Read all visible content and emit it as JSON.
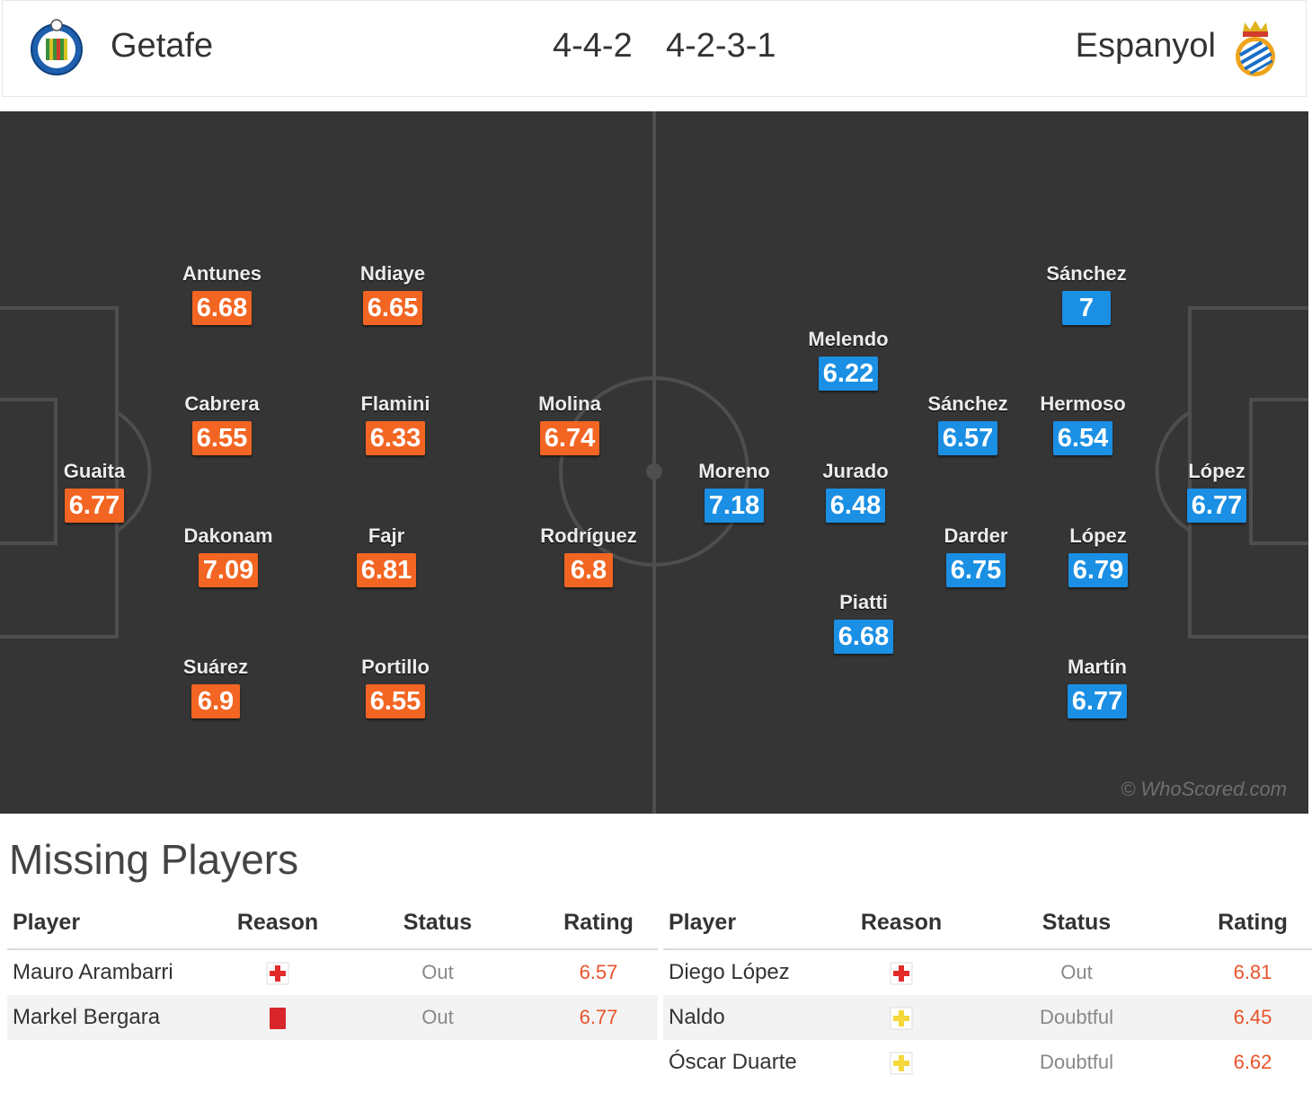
{
  "header": {
    "home_team": "Getafe",
    "home_formation": "4-4-2",
    "away_formation": "4-2-3-1",
    "away_team": "Espanyol",
    "home_crest": "getafe-crest-icon",
    "away_crest": "espanyol-crest-icon"
  },
  "colors": {
    "home_rating": "#f26522",
    "away_rating": "#1a8fe3",
    "pitch": "#353535"
  },
  "pitch": {
    "home_players": [
      {
        "name": "Guaita",
        "rating": "6.77"
      },
      {
        "name": "Antunes",
        "rating": "6.68"
      },
      {
        "name": "Cabrera",
        "rating": "6.55"
      },
      {
        "name": "Dakonam",
        "rating": "7.09"
      },
      {
        "name": "Suárez",
        "rating": "6.9"
      },
      {
        "name": "Ndiaye",
        "rating": "6.65"
      },
      {
        "name": "Flamini",
        "rating": "6.33"
      },
      {
        "name": "Fajr",
        "rating": "6.81"
      },
      {
        "name": "Portillo",
        "rating": "6.55"
      },
      {
        "name": "Molina",
        "rating": "6.74"
      },
      {
        "name": "Rodríguez",
        "rating": "6.8"
      }
    ],
    "away_players": [
      {
        "name": "Moreno",
        "rating": "7.18"
      },
      {
        "name": "Melendo",
        "rating": "6.22"
      },
      {
        "name": "Jurado",
        "rating": "6.48"
      },
      {
        "name": "Piatti",
        "rating": "6.68"
      },
      {
        "name": "Sánchez",
        "rating": "6.57"
      },
      {
        "name": "Darder",
        "rating": "6.75"
      },
      {
        "name": "Sánchez",
        "rating": "7"
      },
      {
        "name": "Hermoso",
        "rating": "6.54"
      },
      {
        "name": "López",
        "rating": "6.79"
      },
      {
        "name": "Martín",
        "rating": "6.77"
      },
      {
        "name": "López",
        "rating": "6.77"
      }
    ],
    "watermark": "© WhoScored.com"
  },
  "missing": {
    "title": "Missing Players",
    "headers": {
      "player": "Player",
      "reason": "Reason",
      "status": "Status",
      "rating": "Rating"
    },
    "home": [
      {
        "player": "Mauro Arambarri",
        "reason": "injury-cross-icon",
        "status": "Out",
        "rating": "6.57"
      },
      {
        "player": "Markel Bergara",
        "reason": "red-card-icon",
        "status": "Out",
        "rating": "6.77"
      }
    ],
    "away": [
      {
        "player": "Diego López",
        "reason": "injury-cross-icon",
        "status": "Out",
        "rating": "6.81"
      },
      {
        "player": "Naldo",
        "reason": "doubtful-cross-icon",
        "status": "Doubtful",
        "rating": "6.45"
      },
      {
        "player": "Óscar Duarte",
        "reason": "doubtful-cross-icon",
        "status": "Doubtful",
        "rating": "6.62"
      }
    ]
  }
}
